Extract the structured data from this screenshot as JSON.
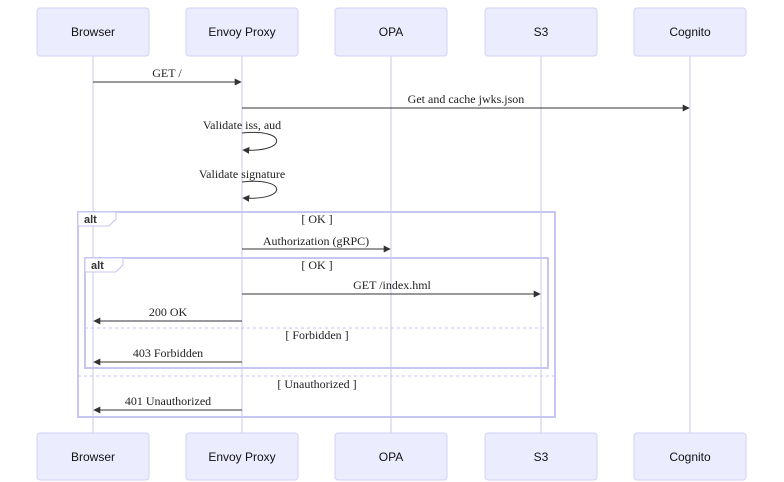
{
  "participants": [
    "Browser",
    "Envoy Proxy",
    "OPA",
    "S3",
    "Cognito"
  ],
  "messages": [
    {
      "label": "GET /"
    },
    {
      "label": "Get and cache jwks.json"
    },
    {
      "label": "Validate iss, aud"
    },
    {
      "label": "Validate signature"
    },
    {
      "label": "Authorization (gRPC)"
    },
    {
      "label": "GET /index.hml"
    },
    {
      "label": "200 OK"
    },
    {
      "label": "403 Forbidden"
    },
    {
      "label": "401 Unauthorized"
    }
  ],
  "fragments": [
    {
      "keyword": "alt",
      "conditions": [
        "[ OK ]",
        "[ Unauthorized ]"
      ]
    },
    {
      "keyword": "alt",
      "conditions": [
        "[ OK ]",
        "[ Forbidden ]"
      ]
    }
  ],
  "colors": {
    "actor_fill": "#ececff",
    "actor_border": "#d2d2f4",
    "frame": "#c7c5f2",
    "lifeline": "#c8c8ee",
    "arrow": "#333333"
  }
}
